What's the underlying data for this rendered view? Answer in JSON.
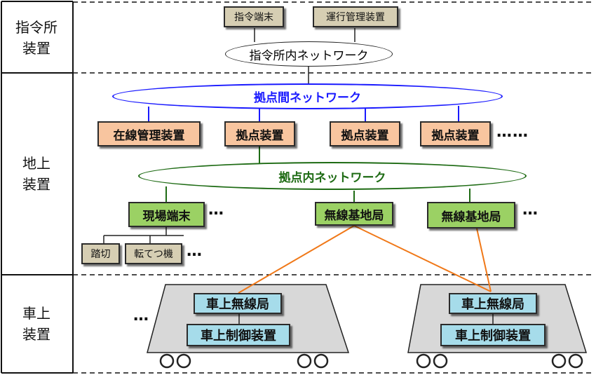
{
  "rows": {
    "command": "指令所\n装置",
    "ground": "地上\n装置",
    "onboard": "車上\n装置"
  },
  "command": {
    "terminal": "指令端末",
    "operation_mgmt": "運行管理装置",
    "network": "指令所内ネットワーク"
  },
  "inter_base": {
    "network": "拠点間ネットワーク",
    "wayside_mgmt": "在線管理装置",
    "base_1": "拠点装置",
    "base_2": "拠点装置",
    "base_3": "拠点装置",
    "more": "……"
  },
  "intra_base": {
    "network": "拠点内ネットワーク",
    "field_terminal": "現場端末",
    "radio_station_1": "無線基地局",
    "radio_station_2": "無線基地局",
    "more_terminal": "…",
    "more_radio": "…"
  },
  "field": {
    "crossing": "踏切",
    "switch_machine": "転てつ機",
    "more": "…"
  },
  "train": {
    "more": "…",
    "car_1": {
      "radio": "車上無線局",
      "control": "車上制御装置"
    },
    "car_2": {
      "radio": "車上無線局",
      "control": "車上制御装置"
    }
  },
  "colors": {
    "blue_network": "#1a1aff",
    "green_network": "#1e6b14",
    "radio_link": "#f07818"
  }
}
